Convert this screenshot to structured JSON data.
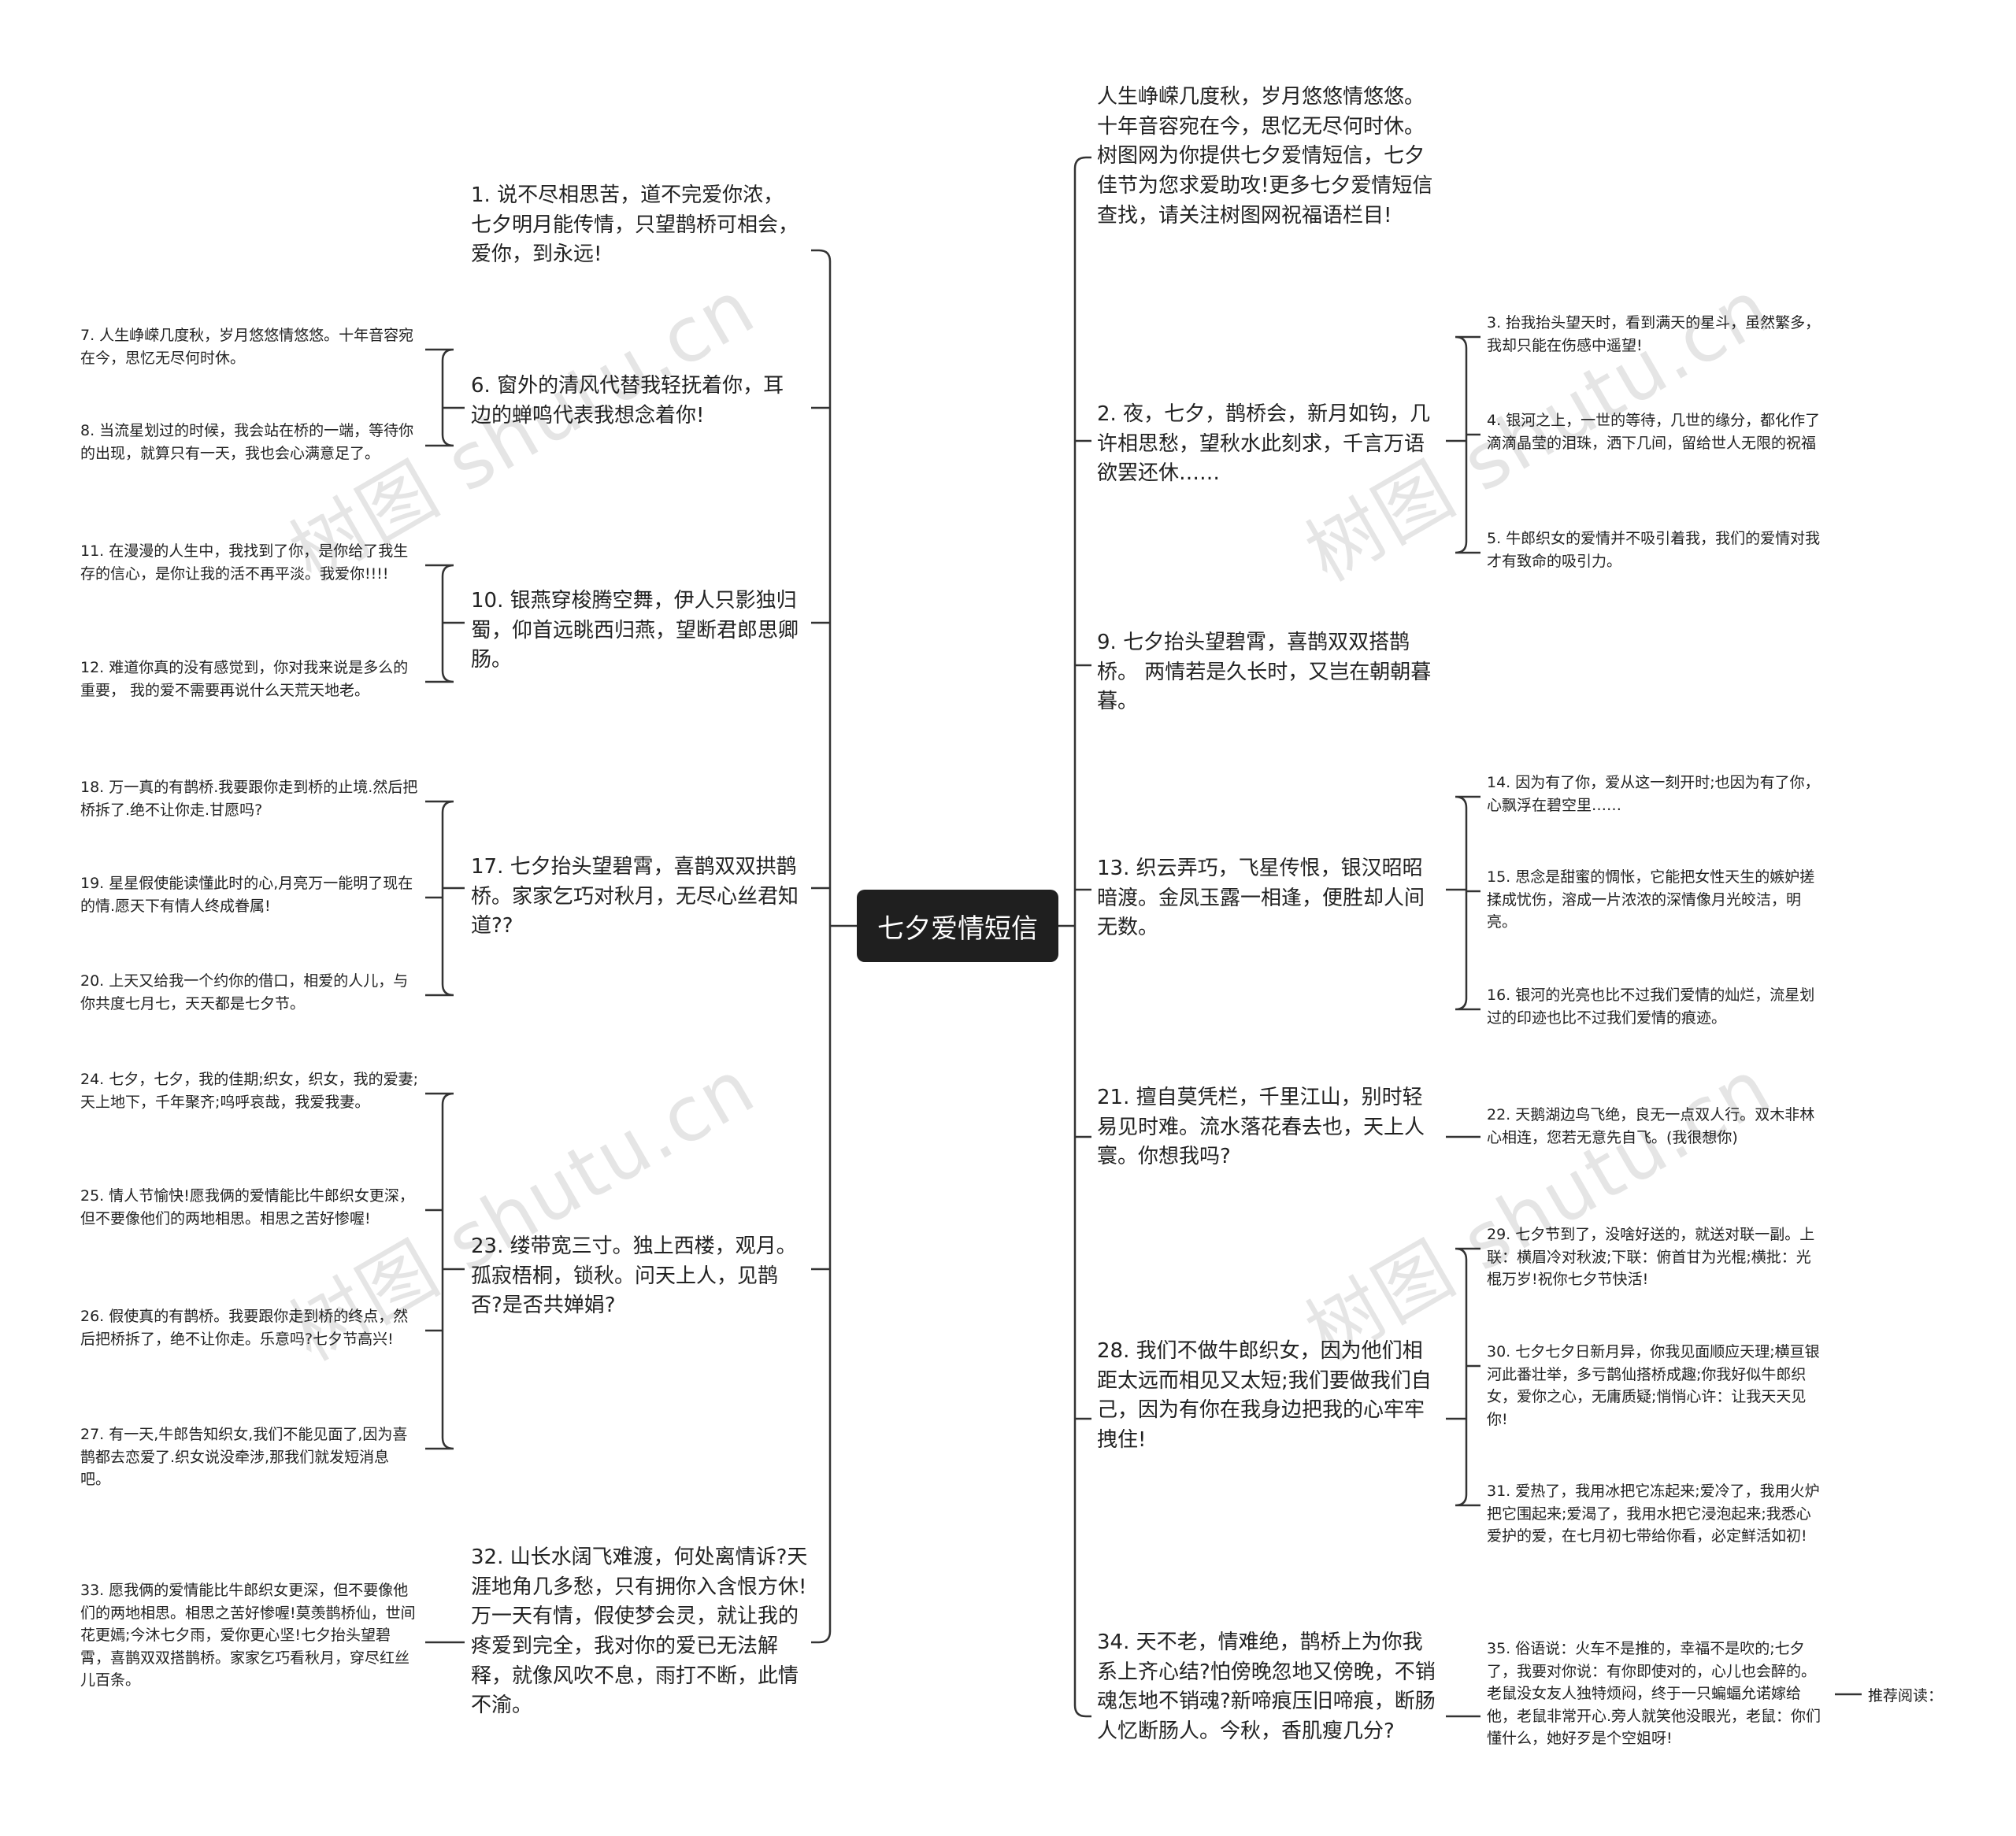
{
  "root": "七夕爱情短信",
  "watermark": "树图 shutu.cn",
  "left": [
    {
      "text": "1. 说不尽相思苦，道不完爱你浓，七夕明月能传情，只望鹊桥可相会，爱你，到永远!",
      "children": []
    },
    {
      "text": "6. 窗外的清风代替我轻抚着你，耳边的蝉鸣代表我想念着你!",
      "children": [
        "7. 人生峥嵘几度秋，岁月悠悠情悠悠。十年音容宛在今，思忆无尽何时休。",
        "8. 当流星划过的时候，我会站在桥的一端，等待你的出现，就算只有一天，我也会心满意足了。"
      ]
    },
    {
      "text": "10. 银燕穿梭腾空舞，伊人只影独归蜀，仰首远眺西归燕，望断君郎思卿肠。",
      "children": [
        "11. 在漫漫的人生中，我找到了你，是你给了我生存的信心，是你让我的活不再平淡。我爱你!!!!",
        "12. 难道你真的没有感觉到，你对我来说是多么的重要， 我的爱不需要再说什么天荒天地老。"
      ]
    },
    {
      "text": "17. 七夕抬头望碧霄，喜鹊双双拱鹊桥。家家乞巧对秋月，无尽心丝君知道??",
      "children": [
        "18. 万一真的有鹊桥.我要跟你走到桥的止境.然后把桥拆了.绝不让你走.甘愿吗?",
        "19. 星星假使能读懂此时的心,月亮万一能明了现在的情.愿天下有情人终成眷属!",
        "20. 上天又给我一个约你的借口，相爱的人儿，与你共度七月七，天天都是七夕节。"
      ]
    },
    {
      "text": "23. 缕带宽三寸。独上西楼，观月。孤寂梧桐，锁秋。问天上人，见鹊否?是否共婵娟?",
      "children": [
        "24. 七夕，七夕，我的佳期;织女，织女，我的爱妻;天上地下，千年聚齐;呜呼哀哉，我爱我妻。",
        "25. 情人节愉快!愿我俩的爱情能比牛郎织女更深，但不要像他们的两地相思。相思之苦好惨喔!",
        "26. 假使真的有鹊桥。我要跟你走到桥的终点，然后把桥拆了，绝不让你走。乐意吗?七夕节高兴!",
        "27. 有一天,牛郎告知织女,我们不能见面了,因为喜鹊都去恋爱了.织女说没牵涉,那我们就发短消息吧。"
      ]
    },
    {
      "text": "32. 山长水阔飞难渡，何处离情诉?天涯地角几多愁，只有拥你入含恨方休!万一天有情，假使梦会灵，就让我的疼爱到完全，我对你的爱已无法解释，就像风吹不息，雨打不断，此情不渝。",
      "children": [
        "33. 愿我俩的爱情能比牛郎织女更深，但不要像他们的两地相思。相思之苦好惨喔!莫羡鹊桥仙，世间花更嫣;今沐七夕雨，爱你更心坚!七夕抬头望碧霄，喜鹊双双搭鹊桥。家家乞巧看秋月，穿尽红丝儿百条。"
      ]
    }
  ],
  "right": [
    {
      "text": "人生峥嵘几度秋，岁月悠悠情悠悠。十年音容宛在今，思忆无尽何时休。树图网为你提供七夕爱情短信，七夕佳节为您求爱助攻!更多七夕爱情短信查找，请关注树图网祝福语栏目!",
      "children": []
    },
    {
      "text": "2. 夜，七夕，鹊桥会，新月如钩，几许相思愁，望秋水此刻求，千言万语欲罢还休……",
      "children": [
        "3. 抬我抬头望天时，看到满天的星斗，虽然繁多，我却只能在伤感中遥望!",
        "4. 银河之上，一世的等待，几世的缘分，都化作了滴滴晶莹的泪珠，洒下几间，留给世人无限的祝福",
        "5. 牛郎织女的爱情并不吸引着我，我们的爱情对我才有致命的吸引力。"
      ]
    },
    {
      "text": "9. 七夕抬头望碧霄，喜鹊双双搭鹊桥。 两情若是久长时，又岂在朝朝暮暮。",
      "children": []
    },
    {
      "text": "13. 织云弄巧，飞星传恨，银汉昭昭暗渡。金凤玉露一相逢，便胜却人间无数。",
      "children": [
        "14. 因为有了你，爱从这一刻开时;也因为有了你，心飘浮在碧空里……",
        "15. 思念是甜蜜的惆怅，它能把女性天生的嫉妒搓揉成忧伤，溶成一片浓浓的深情像月光皎洁，明亮。",
        "16. 银河的光亮也比不过我们爱情的灿烂，流星划过的印迹也比不过我们爱情的痕迹。"
      ]
    },
    {
      "text": "21. 擅自莫凭栏，千里江山，别时轻易见时难。流水落花春去也，天上人寰。你想我吗?",
      "children": [
        "22. 天鹅湖边鸟飞绝，良无一点双人行。双木非林心相连，您若无意先自飞。(我很想你)"
      ]
    },
    {
      "text": "28. 我们不做牛郎织女，因为他们相距太远而相见又太短;我们要做我们自己，因为有你在我身边把我的心牢牢拽住!",
      "children": [
        "29. 七夕节到了，没啥好送的，就送对联一副。上联：横眉冷对秋波;下联：俯首甘为光棍;横批：光棍万岁!祝你七夕节快活!",
        "30. 七夕七夕日新月异，你我见面顺应天理;横亘银河此番壮举，多亏鹊仙搭桥成趣;你我好似牛郎织女，爱你之心，无庸质疑;悄悄心许：让我天天见你!",
        "31. 爱热了，我用冰把它冻起来;爱冷了，我用火炉把它围起来;爱渴了，我用水把它浸泡起来;我悉心爱护的爱，在七月初七带给你看，必定鲜活如初!"
      ]
    },
    {
      "text": "34. 天不老，情难绝，鹊桥上为你我系上齐心结?怕傍晚忽地又傍晚，不销魂怎地不销魂?新啼痕压旧啼痕，断肠人忆断肠人。今秋，香肌瘦几分?",
      "children": [
        "35. 俗语说：火车不是推的，幸福不是吹的;七夕了，我要对你说：有你即使对的，心儿也会醉的。老鼠没女友人独特烦闷，终于一只蝙蝠允诺嫁给他，老鼠非常开心.旁人就笑他没眼光，老鼠：你们懂什么，她好歹是个空姐呀!"
      ]
    }
  ],
  "extra": "推荐阅读："
}
